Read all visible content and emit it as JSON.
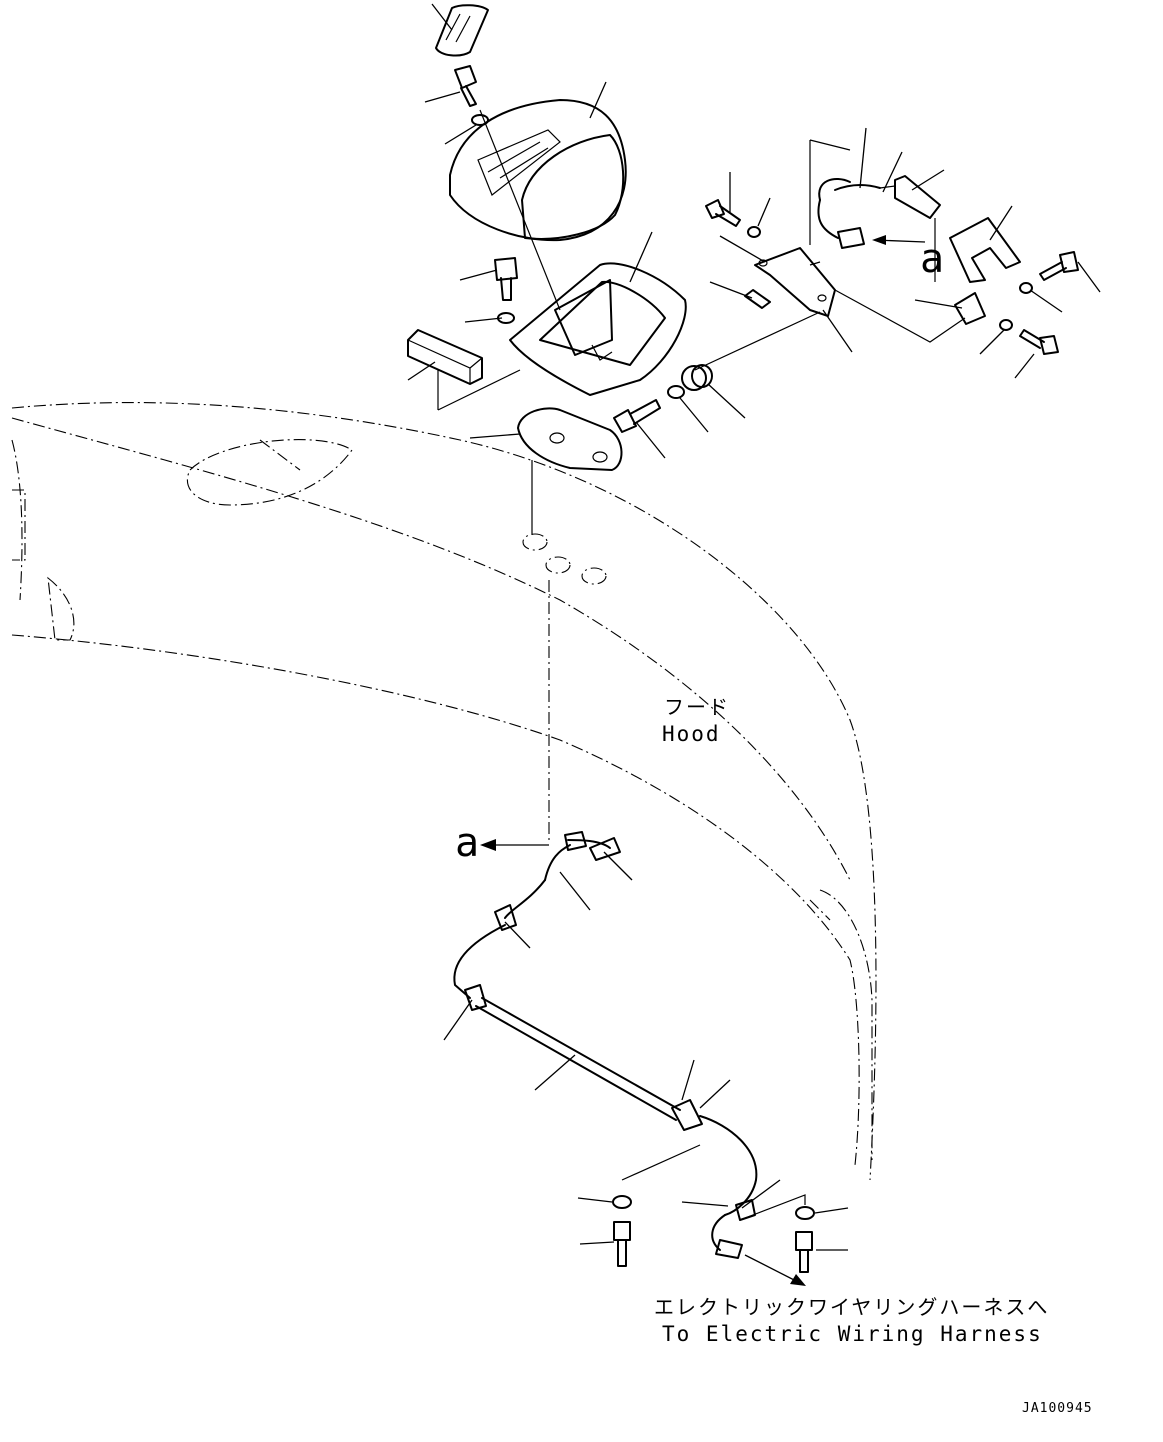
{
  "labels": {
    "hood_jp": "フード",
    "hood_en": "Hood",
    "harness_jp": "エレクトリックワイヤリングハーネスへ",
    "harness_en": "To Electric Wiring Harness",
    "ref_letter_top": "a",
    "ref_letter_left": "a",
    "drawing_number": "JA100945"
  }
}
